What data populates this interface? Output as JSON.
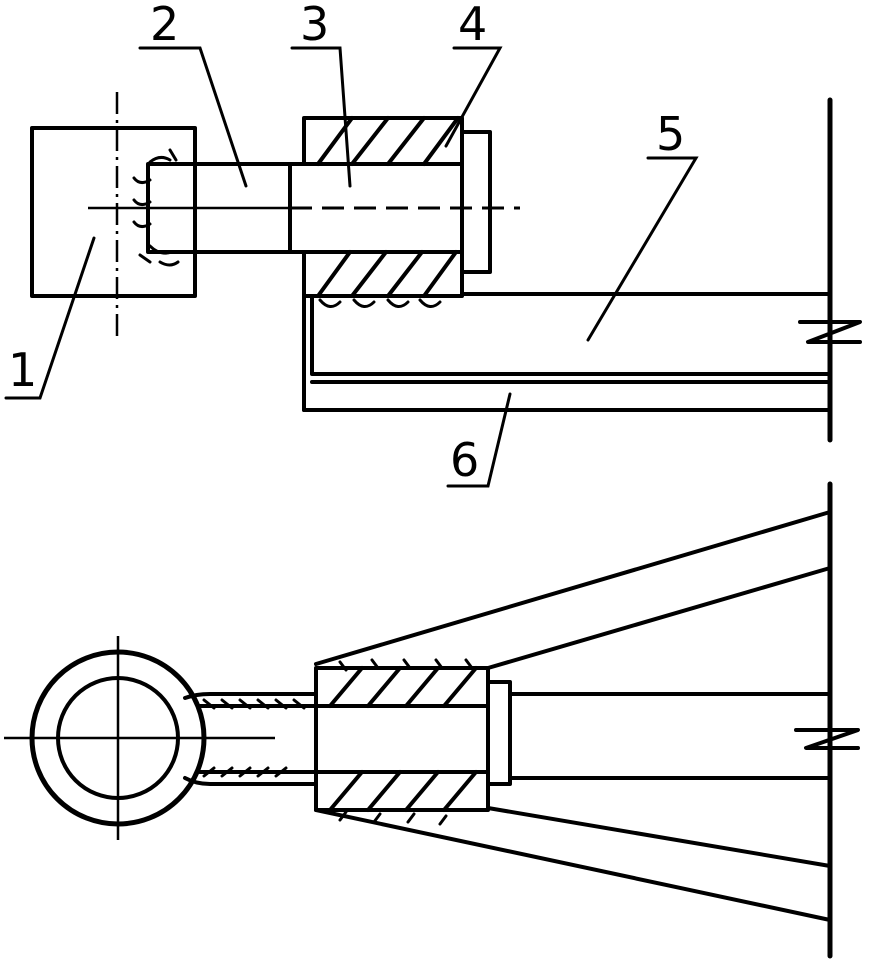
{
  "callouts": [
    {
      "id": "callout-1",
      "label": "1"
    },
    {
      "id": "callout-2",
      "label": "2"
    },
    {
      "id": "callout-3",
      "label": "3"
    },
    {
      "id": "callout-4",
      "label": "4"
    },
    {
      "id": "callout-5",
      "label": "5"
    },
    {
      "id": "callout-6",
      "label": "6"
    }
  ],
  "colors": {
    "line": "#000000",
    "background": "#ffffff"
  }
}
